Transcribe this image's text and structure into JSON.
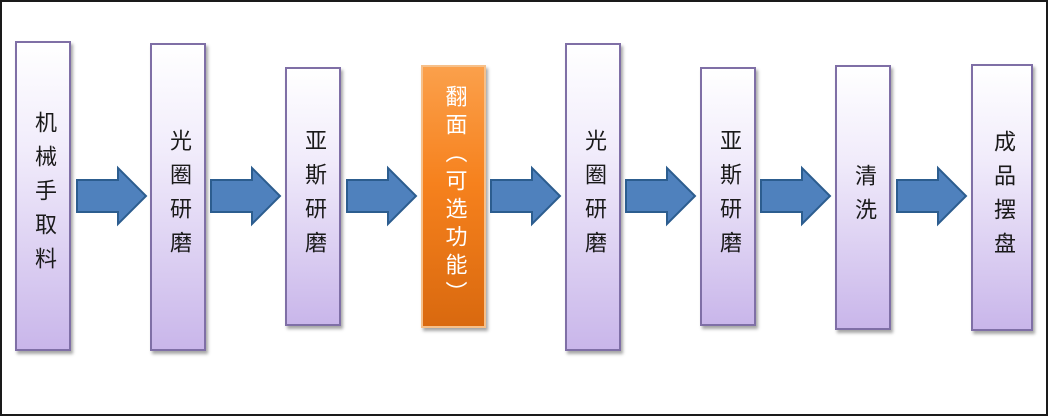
{
  "diagram": {
    "steps": [
      {
        "label": "机械手取料"
      },
      {
        "label": "光圈研磨"
      },
      {
        "label": "亚斯研磨"
      },
      {
        "label": "翻面（可选功能）"
      },
      {
        "label": "光圈研磨"
      },
      {
        "label": "亚斯研磨"
      },
      {
        "label": "清洗"
      },
      {
        "label": "成品摆盘"
      }
    ],
    "colors": {
      "step_fill": "#d6c8f0",
      "step_border": "#7f6fa6",
      "highlight_fill": "#f6811d",
      "arrow_fill": "#4f81bd",
      "arrow_border": "#2c5d8f"
    }
  }
}
